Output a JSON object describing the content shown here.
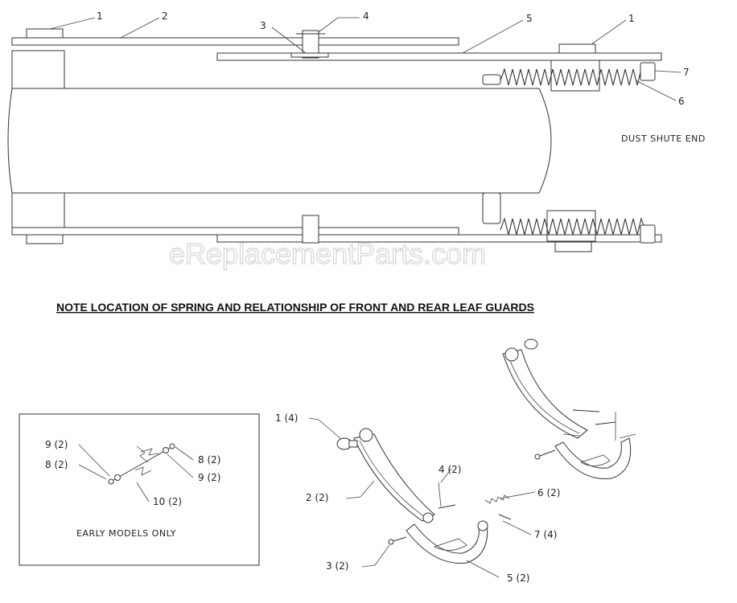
{
  "top_view": {
    "callouts": [
      "1",
      "2",
      "3",
      "4",
      "5",
      "1",
      "7",
      "6"
    ],
    "end_label": "DUST SHUTE END"
  },
  "watermark": "eReplacementParts.com",
  "note": "NOTE LOCATION OF SPRING AND RELATIONSHIP OF FRONT AND REAR  LEAF GUARDS",
  "inset": {
    "callouts": [
      "9 (2)",
      "8 (2)",
      "8 (2)",
      "9 (2)",
      "10 (2)"
    ],
    "caption": "EARLY MODELS ONLY"
  },
  "exploded": {
    "callouts": [
      "1 (4)",
      "2 (2)",
      "4 (2)",
      "6 (2)",
      "7 (4)",
      "3 (2)",
      "5 (2)"
    ]
  }
}
